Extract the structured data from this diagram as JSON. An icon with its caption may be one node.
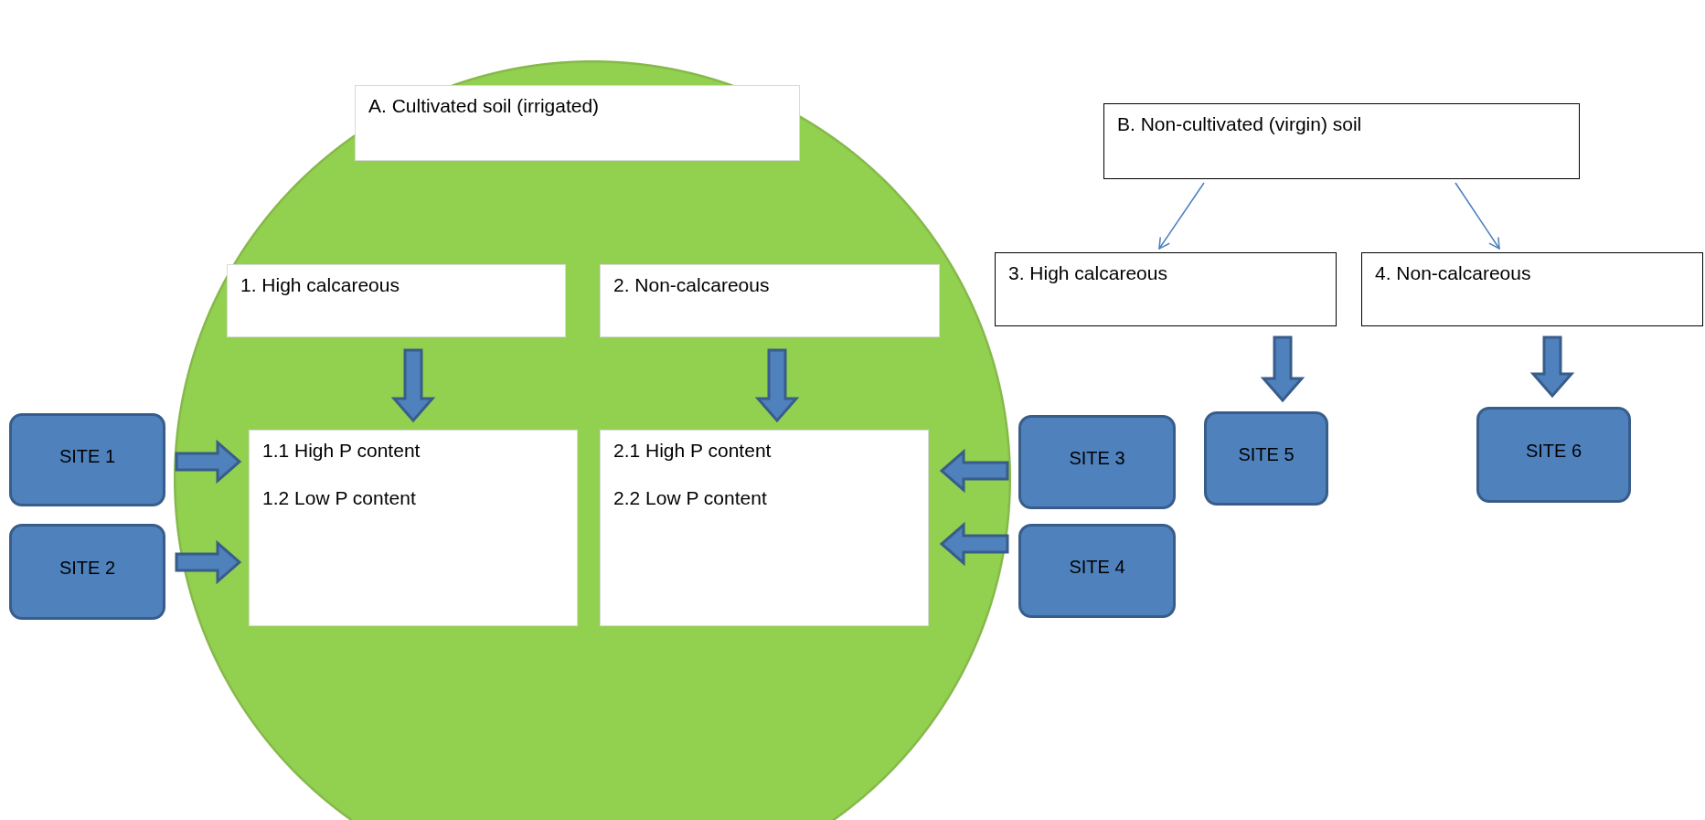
{
  "diagram": {
    "nodes": [
      {
        "text": [],
        "shape": "circle"
      },
      {
        "text": [
          "A. Cultivated soil (irrigated)"
        ],
        "in": 0
      },
      {
        "text": [
          "1. High calcareous"
        ],
        "in": 0
      },
      {
        "text": [
          "2. Non-calcareous"
        ],
        "in": 0
      },
      {
        "text": [
          "1.1 High P content",
          "1.2 Low P content"
        ],
        "in": 0
      },
      {
        "text": [
          "2.1 High P content",
          "2.2 Low P content"
        ],
        "in": 0
      },
      {
        "text": [
          "B. Non-cultivated (virgin) soil"
        ]
      },
      {
        "text": [
          "3. High calcareous"
        ]
      },
      {
        "text": [
          "4. Non-calcareous"
        ]
      },
      {
        "text": [
          "SITE 1"
        ]
      },
      {
        "text": [
          "SITE 2"
        ]
      },
      {
        "text": [
          "SITE 3"
        ]
      },
      {
        "text": [
          "SITE 4"
        ]
      },
      {
        "text": [
          "SITE 5"
        ]
      },
      {
        "text": [
          "SITE 6"
        ]
      }
    ],
    "edges": [
      {
        "from": 2,
        "to": 4,
        "arrow": "to",
        "style": "thick"
      },
      {
        "from": 3,
        "to": 5,
        "arrow": "to",
        "style": "thick"
      },
      {
        "from": 6,
        "to": 7,
        "arrow": "to"
      },
      {
        "from": 6,
        "to": 8,
        "arrow": "to"
      },
      {
        "from": 7,
        "to": 13,
        "arrow": "to",
        "style": "thick"
      },
      {
        "from": 8,
        "to": 14,
        "arrow": "to",
        "style": "thick"
      },
      {
        "from": 9,
        "to": 4,
        "arrow": "to",
        "style": "thick"
      },
      {
        "from": 10,
        "to": 4,
        "arrow": "to",
        "style": "thick"
      },
      {
        "from": 11,
        "to": 5,
        "arrow": "to",
        "style": "thick"
      },
      {
        "from": 12,
        "to": 5,
        "arrow": "to",
        "style": "thick"
      }
    ]
  }
}
